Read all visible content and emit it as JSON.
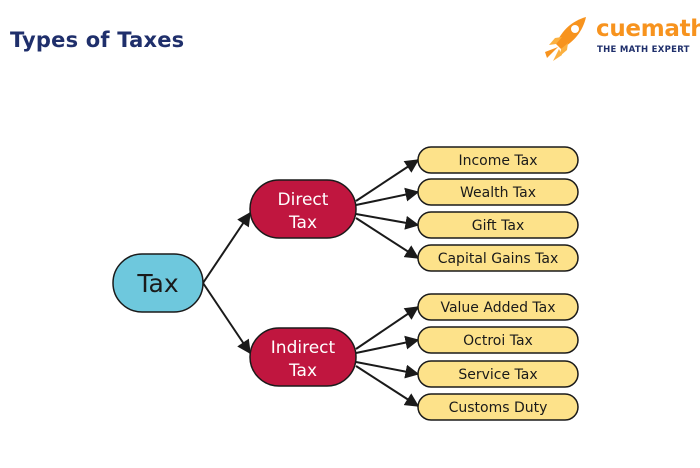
{
  "header": {
    "title": "Types of Taxes"
  },
  "logo": {
    "brand": "cuemath",
    "tagline": "THE MATH EXPERT",
    "icon": "rocket-icon"
  },
  "diagram": {
    "root": {
      "label": "Tax"
    },
    "branches": [
      {
        "label_line1": "Direct",
        "label_line2": "Tax",
        "items": [
          "Income Tax",
          "Wealth Tax",
          "Gift Tax",
          "Capital Gains Tax"
        ]
      },
      {
        "label_line1": "Indirect",
        "label_line2": "Tax",
        "items": [
          "Value Added Tax",
          "Octroi Tax",
          "Service Tax",
          "Customs Duty"
        ]
      }
    ]
  },
  "colors": {
    "title": "#1f2f6b",
    "brand": "#f7931e",
    "root_fill": "#6ec8dd",
    "branch_fill": "#c0163f",
    "leaf_fill": "#fde28a",
    "outline": "#1a1a1a"
  }
}
